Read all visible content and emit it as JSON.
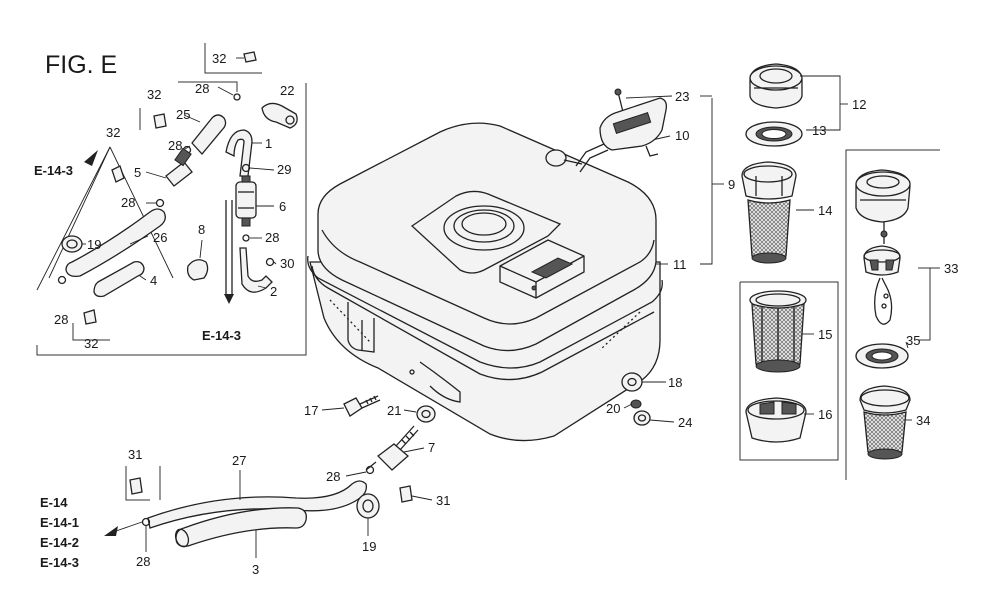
{
  "figure_title": "FIG. E",
  "references": {
    "e14_3_left": "E-14-3",
    "e14_3_lower": "E-14-3",
    "e14": "E-14",
    "e14_1": "E-14-1",
    "e14_2": "E-14-2",
    "e14_3_bottom": "E-14-3"
  },
  "callouts": {
    "c32_top": "32",
    "c28_top": "28",
    "c22": "22",
    "c32_a": "32",
    "c25": "25",
    "c32_b": "32",
    "c28_a": "28",
    "c1": "1",
    "c5": "5",
    "c29": "29",
    "c28_b": "28",
    "c6": "6",
    "c19_left": "19",
    "c26": "26",
    "c8": "8",
    "c28_c": "28",
    "c30": "30",
    "c4": "4",
    "c2": "2",
    "c28_d": "28",
    "c32_c": "32",
    "c23": "23",
    "c10": "10",
    "c9": "9",
    "c11": "11",
    "c12": "12",
    "c13": "13",
    "c14": "14",
    "c15": "15",
    "c16": "16",
    "c33": "33",
    "c35": "35",
    "c34": "34",
    "c17": "17",
    "c21": "21",
    "c18": "18",
    "c20": "20",
    "c24": "24",
    "c7": "7",
    "c28_e": "28",
    "c31_left": "31",
    "c27": "27",
    "c31_right": "31",
    "c19_bottom": "19",
    "c28_f": "28",
    "c3": "3"
  }
}
